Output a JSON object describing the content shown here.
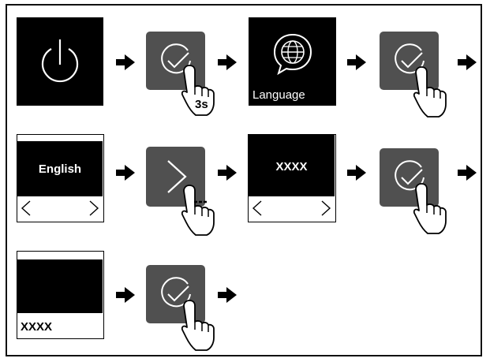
{
  "steps": {
    "language_label": "Language",
    "press_duration": "3s",
    "current_language": "English",
    "placeholder_value": "XXXX",
    "final_value": "XXXX"
  },
  "colors": {
    "screen": "#000000",
    "key": "#505050",
    "frame": "#111111"
  }
}
